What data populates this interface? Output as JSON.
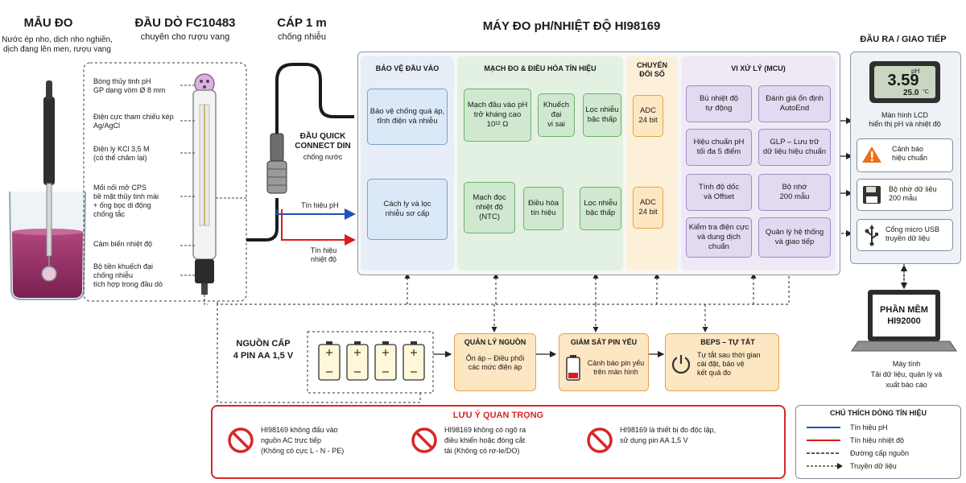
{
  "sample": {
    "title": "MẪU ĐO",
    "desc": "Nước ép nho, dịch nho nghiền,\ndịch đang lên men, rượu vang"
  },
  "probe": {
    "title": "ĐẦU DÒ FC10483",
    "subtitle": "chuyên cho rượu vang",
    "labels": [
      "Bóng thủy tinh pH\nGP dạng vòm Ø 8 mm",
      "Điện cực tham chiếu kép\nAg/AgCl",
      "Điện ly KCl 3,5 M\n(có thể châm lại)",
      "Mối nối mở CPS\nbề mặt thủy tinh mài\n+ ống bọc di động\nchống tắc",
      "Cảm biến nhiệt độ",
      "Bộ tiền khuếch đại\nchống nhiễu\ntích hợp trong đầu dò"
    ]
  },
  "cable": {
    "title": "CÁP 1 m",
    "subtitle": "chống nhiễu",
    "connector": "ĐẦU QUICK\nCONNECT DIN",
    "connector_sub": "chống nước",
    "ph_signal": "Tín hiệu pH",
    "temp_signal": "Tín hiệu\nnhiệt độ"
  },
  "meter": {
    "title": "MÁY ĐO pH/NHIỆT ĐỘ HI98169",
    "sections": {
      "input": "BẢO VỆ ĐẦU VÀO",
      "measure": "MẠCH ĐO & ĐIỀU HÒA TÍN HIỆU",
      "adc": "CHUYỂN\nĐỔI SỐ",
      "mcu": "VI XỬ LÝ (MCU)"
    },
    "blocks": {
      "protect": "Bảo vệ chống quá áp,\ntĩnh điện và nhiễu",
      "isolate": "Cách ly và lọc\nnhiễu sơ cấp",
      "ph_input": "Mạch đầu vào pH\ntrở kháng cao\n10¹² Ω",
      "diff_amp": "Khuếch đại\nvi sai",
      "lowpass1": "Lọc nhiễu\nbậc thấp",
      "ntc": "Mạch đọc\nnhiệt độ\n(NTC)",
      "conditioning": "Điều hòa\ntín hiệu",
      "lowpass2": "Lọc nhiễu\nbậc thấp",
      "adc1": "ADC\n24 bit",
      "adc2": "ADC\n24 bit",
      "temp_comp": "Bù nhiệt độ\ntự động",
      "autoend": "Đánh giá ổn định\nAutoEnd",
      "calib": "Hiệu chuẩn pH\ntối đa 5 điểm",
      "glp": "GLP – Lưu trữ\ndữ liệu hiệu chuẩn",
      "slope": "Tính độ dốc\nvà Offset",
      "memory": "Bộ nhớ\n200 mẫu",
      "check": "Kiểm tra điện cực\nvà dung dịch chuẩn",
      "system": "Quản lý hệ thống\nvà giao tiếp"
    }
  },
  "output": {
    "title": "ĐẦU RA / GIAO TIẾP",
    "lcd_ph_label": "pH",
    "lcd_ph_value": "3.59",
    "lcd_temp_value": "25.0",
    "lcd_temp_unit": "°C",
    "lcd_caption": "Màn hình LCD\nhiển thị pH và nhiệt độ",
    "warning": "Cảnh báo\nhiệu chuẩn",
    "memory": "Bộ nhớ dữ liệu\n200 mẫu",
    "usb": "Cổng micro USB\ntruyền dữ liệu"
  },
  "software": {
    "title": "PHẦN MỀM\nHI92000",
    "caption": "Máy tính\nTải dữ liệu, quản lý và\nxuất báo cáo"
  },
  "power": {
    "title": "NGUỒN CẤP\n4 PIN AA 1,5 V",
    "mgmt_title": "QUẢN LÝ NGUỒN",
    "mgmt_desc": "Ổn áp – Điều phối\ncác mức điện áp",
    "battery_title": "GIÁM SÁT PIN YẾU",
    "battery_desc": "Cảnh báo pin yếu\ntrên màn hình",
    "beps_title": "BEPS – TỰ TẮT",
    "beps_desc": "Tự tắt sau thời gian\ncài đặt, bảo vệ\nkết quả đo"
  },
  "notes": {
    "title": "LƯU Ý QUAN TRỌNG",
    "items": [
      "HI98169 không đấu vào\nnguồn AC trực tiếp\n(Không có cực L - N - PE)",
      "HI98169 không có ngõ ra\nđiều khiển hoặc đóng cắt\ntải (Không có rơ-le/DO)",
      "HI98169 là thiết bị đo độc lập,\nsử dụng pin AA 1,5 V"
    ]
  },
  "legend": {
    "title": "CHÚ THÍCH DÒNG TÍN HIỆU",
    "items": [
      "Tín hiệu pH",
      "Tín hiệu nhiệt độ",
      "Đường cấp nguồn",
      "Truyền dữ liệu"
    ]
  },
  "colors": {
    "ph_signal": "#1f4fbf",
    "temp_signal": "#d91c1c",
    "note_border": "#d62828",
    "blue_block": "#dbe8f7",
    "green_block": "#cfe8cf",
    "orange_block": "#fde6c2",
    "purple_block": "#e3d9f0"
  }
}
